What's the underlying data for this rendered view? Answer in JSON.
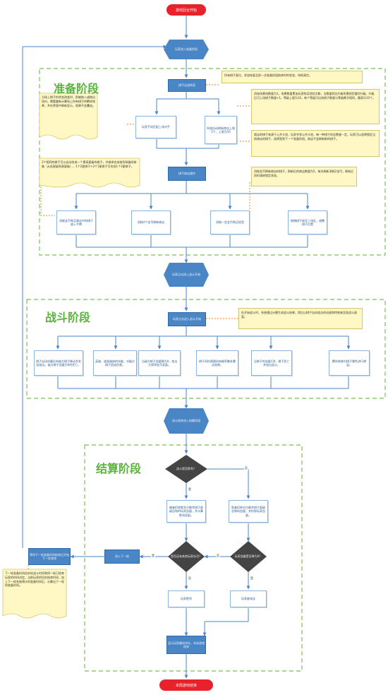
{
  "start": "游戏回合开始",
  "end": "本局游戏结束",
  "stages": {
    "prep": "准备阶段",
    "battle": "战斗阶段",
    "settle": "结算阶段"
  },
  "hex_prep": "玩家进入准备阶段",
  "hex_battle": "玩家点击进入战斗开始",
  "hex_settle": "战斗结束进入结算阶段",
  "prep": {
    "reset": "棋子出战阵容",
    "manual_match": "玩家手动匹配上场对手",
    "auto_refresh": "系统自动刷新商店上限5个，上限为10",
    "shop_op": "棋子商店操作",
    "sub": [
      "消耗金币购买商店中的棋子放入手牌",
      "消耗4个金币刷新商店",
      "消耗一定金币购买经验",
      "拖拽棋子放至上场区，调整棋子位置"
    ]
  },
  "notes": {
    "n_reset": "所有棋子复位，状态恢复至前一次准备阶段结束时的状态，场地清空。",
    "n_level": "初始场景场数量为1，场景数量累加玩家购买经验点数，当数量到达升级所需经验值时升级。升级后可上场棋子数量+1，等级上限为10，每个等级可出场棋子数量与等级数字相同，最高为10个。",
    "n_shop": "商店的棋子来源于公共卡池，玩家共享公共卡池，每一种棋子的总数量一定，玩家可以选择锁定当前商店的棋子，选择直到下一个准备阶段，商店不会刷新新的棋子。",
    "n_left1": "当场上棋子的状态改变时，即被拖入或拖出场内，需要重新计算场上所有棋子的羁绊效果，并在界面中刷新显示，效果不会叠加。",
    "n_left2": "3个相同的棋子可以自动合成一个更高星级的棋子，并继承合成前所装备的装备（从低星级到高星级），1个2星棋子+2个1星棋子可合成1个3星棋子。",
    "n_refresh": "消耗金币刷新商店的棋子，刷新后的商店数量为5，每次刷新消耗2金币，刷新后同时清除锁定状态。",
    "n_battle": "在开始战斗时，系统通过计算生成战斗结果，然后以棋子自动攻击的动画和特效来呈现战斗画面。",
    "n_bottom": "下一轮准备时间由本轮战斗时间和同一轮已结束玩家的时间决定。当前玩家的回合结束时间，加上下一轮系统预计的准备时间后，计算出下一轮的准备时间。"
  },
  "battle_opts": [
    "棋子自动向最近的敌方棋子移动并发起攻击，敌方棋子血量为0时死亡。",
    "英雄、道具施放的技能，对敌方棋子造成伤害。",
    "当敌方棋子血量降为0，攻击方获得金币奖励。",
    "棋子间伤害随机有概率触发暴击效果。",
    "当棋子的血量归0，棋子死亡并退出战斗。",
    "羁绊效果对棋子属性进行增益。"
  ],
  "settle": {
    "q_win": "战斗是否胜利？",
    "win_branch": "输者扣除胜利方剩余棋子星级总和的玩家血量，并计算胜场奖励。",
    "lose_branch": "败者扣除对方剩余棋子星级总和的血量，并扣除玩家血量。",
    "q_left": "是否还有其他玩家存活？",
    "q_right": "玩家血量是否降为0？",
    "next_round": "进入下一轮",
    "champion": "玩家胜利",
    "eliminated": "玩家被淘汰",
    "left_return": "等待下一轮准备时间结束后开始下一轮游戏",
    "final": "显示玩家最终排名，本局游戏结束",
    "yes": "是",
    "no": "否"
  },
  "colors": {
    "start": "#e8222a",
    "process": "#4a86c6",
    "decision": "#444444",
    "stage_label": "#5bb23d",
    "note": "#fff8c4",
    "dashed": "#7cbf5a",
    "connector": "#f08020"
  }
}
